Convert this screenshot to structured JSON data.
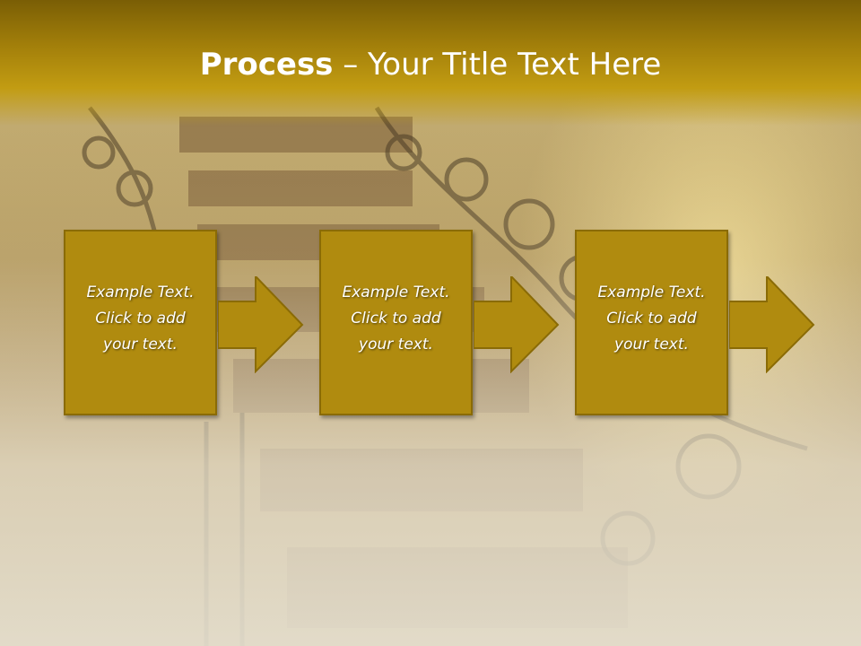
{
  "title": {
    "bold": "Process",
    "rest": " – Your Title Text Here"
  },
  "steps": [
    {
      "text": "Example Text.\nClick  to add\nyour text."
    },
    {
      "text": "Example Text.\nClick  to add\nyour text."
    },
    {
      "text": "Example Text.\nClick  to add\nyour text."
    }
  ],
  "colors": {
    "accent": "#b08b0f",
    "title_bar": "#a17e0a",
    "text": "#ffffff"
  },
  "icons": [
    "right-arrow-icon"
  ]
}
